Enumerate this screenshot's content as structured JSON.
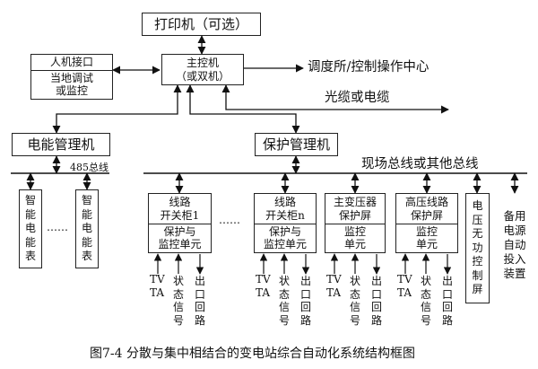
{
  "printer": "打印机（可选）",
  "hmi": {
    "top": "人机接口",
    "bottom": [
      "当地调试",
      "或监控"
    ]
  },
  "main_ctrl": [
    "主控机",
    "（或双机）"
  ],
  "dispatch": "调度所/控制操作中心",
  "fiber": "光缆或电缆",
  "energy_mgr": "电能管理机",
  "protect_mgr": "保护管理机",
  "bus485": "485总线",
  "fieldbus": "现场总线或其他总线",
  "meter_text": [
    "智",
    "能",
    "电",
    "能",
    "表"
  ],
  "ellipsis_meters": "……",
  "ellipsis_units": "……",
  "units": [
    {
      "top": [
        "线路",
        "开关柜1"
      ],
      "bottom": [
        "保护与",
        "监控单元"
      ]
    },
    {
      "top": [
        "线路",
        "开关柜n"
      ],
      "bottom": [
        "保护与",
        "监控单元"
      ]
    },
    {
      "top": [
        "主变压器",
        "保护屏"
      ],
      "bottom": [
        "监控",
        "单元"
      ]
    },
    {
      "top": [
        "高压线路",
        "保护屏"
      ],
      "bottom": [
        "监控",
        "单元"
      ]
    }
  ],
  "voltage_ctrl": [
    "电",
    "压",
    "无",
    "功",
    "控",
    "制",
    "屏"
  ],
  "backup_power": [
    "备",
    "用",
    "电",
    "源",
    "自",
    "动",
    "投",
    "入",
    "装",
    "置"
  ],
  "sig_tv": "TV",
  "sig_ta": "TA",
  "sig_status": [
    "状",
    "态",
    "信",
    "号"
  ],
  "sig_out": [
    "出",
    "口",
    "回",
    "路"
  ],
  "caption": "图7-4  分散与集中相结合的变电站综合自动化系统结构框图"
}
